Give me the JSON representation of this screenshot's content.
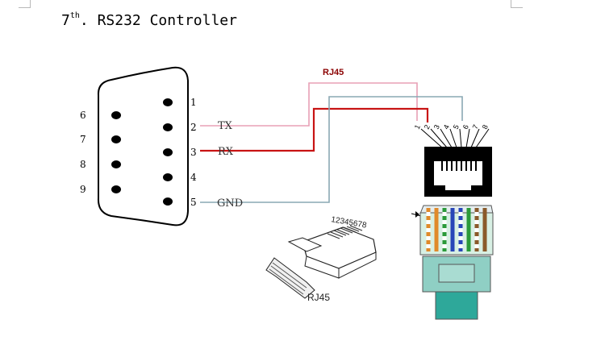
{
  "heading": {
    "number": "7",
    "superscript": "th",
    "separator": ".",
    "title": "RS232 Controller"
  },
  "db9": {
    "right_pins": [
      "1",
      "2",
      "3",
      "4",
      "5"
    ],
    "left_pins": [
      "6",
      "7",
      "8",
      "9"
    ]
  },
  "signals": {
    "tx": "TX",
    "rx": "RX",
    "gnd": "GND"
  },
  "rj45": {
    "title": "RJ45",
    "pin_numbers": [
      "1",
      "2",
      "3",
      "4",
      "5",
      "6",
      "7",
      "8"
    ],
    "plug_numbers": "12345678",
    "plug_label": "RJ45"
  },
  "colors": {
    "tx_wire": "#e8a0b6",
    "rx_wire": "#c81414",
    "gnd_wire": "#8aa8b4",
    "rj45_title": "#8b0000"
  }
}
